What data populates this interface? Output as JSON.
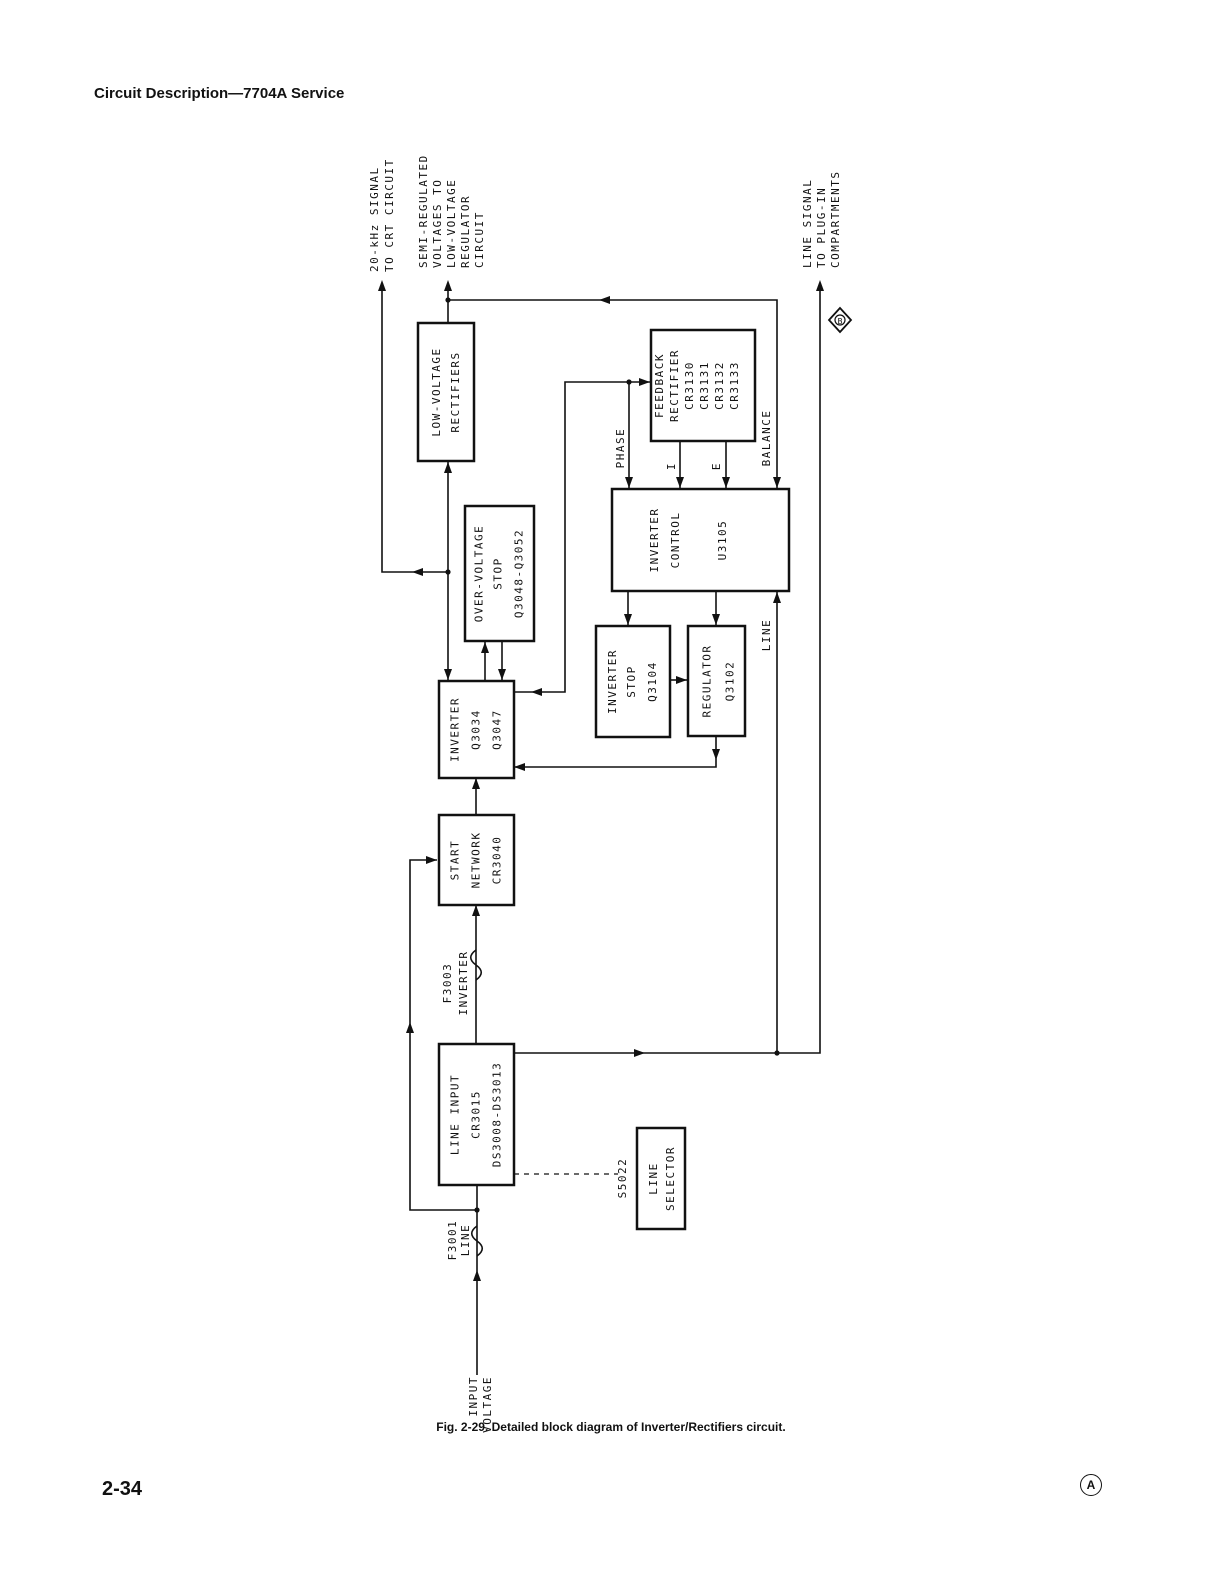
{
  "page": {
    "header": "Circuit Description—7704A Service",
    "caption": "Fig. 2-29. Detailed block diagram of Inverter/Rectifiers circuit.",
    "page_number": "2-34",
    "revision_mark": "A"
  },
  "blocks": {
    "line_input": [
      "LINE INPUT",
      "CR3015",
      "DS3008-DS3013"
    ],
    "start_network": [
      "START",
      "NETWORK",
      "CR3040"
    ],
    "inverter": [
      "INVERTER",
      "Q3034",
      "Q3047"
    ],
    "over_voltage_stop": [
      "OVER-VOLTAGE",
      "STOP",
      "Q3048-Q3052"
    ],
    "low_voltage_rectifiers": [
      "LOW-VOLTAGE",
      "RECTIFIERS"
    ],
    "inverter_stop": [
      "INVERTER",
      "STOP",
      "Q3104"
    ],
    "regulator": [
      "REGULATOR",
      "Q3102"
    ],
    "inverter_control": [
      "INVERTER",
      "CONTROL",
      "U3105"
    ],
    "feedback_rectifier": [
      "FEEDBACK",
      "RECTIFIER",
      "CR3130",
      "CR3131",
      "CR3132",
      "CR3133"
    ],
    "line_selector": [
      "LINE",
      "SELECTOR"
    ]
  },
  "labels": {
    "input_voltage": [
      "INPUT",
      "VOLTAGE"
    ],
    "fuse_line": [
      "F3001",
      "LINE"
    ],
    "fuse_inverter": [
      "F3003",
      "INVERTER"
    ],
    "switch": "S5022",
    "out_crt": [
      "20-kHz SIGNAL",
      "TO CRT CIRCUIT"
    ],
    "out_semi": [
      "SEMI-REGULATED",
      "VOLTAGES TO",
      "LOW-VOLTAGE",
      "REGULATOR",
      "CIRCUIT"
    ],
    "out_line": [
      "LINE SIGNAL",
      "TO PLUG-IN",
      "COMPARTMENTS"
    ],
    "phase": "PHASE",
    "i": "I",
    "e": "E",
    "balance": "BALANCE",
    "line": "LINE",
    "ref_mark": "B"
  }
}
